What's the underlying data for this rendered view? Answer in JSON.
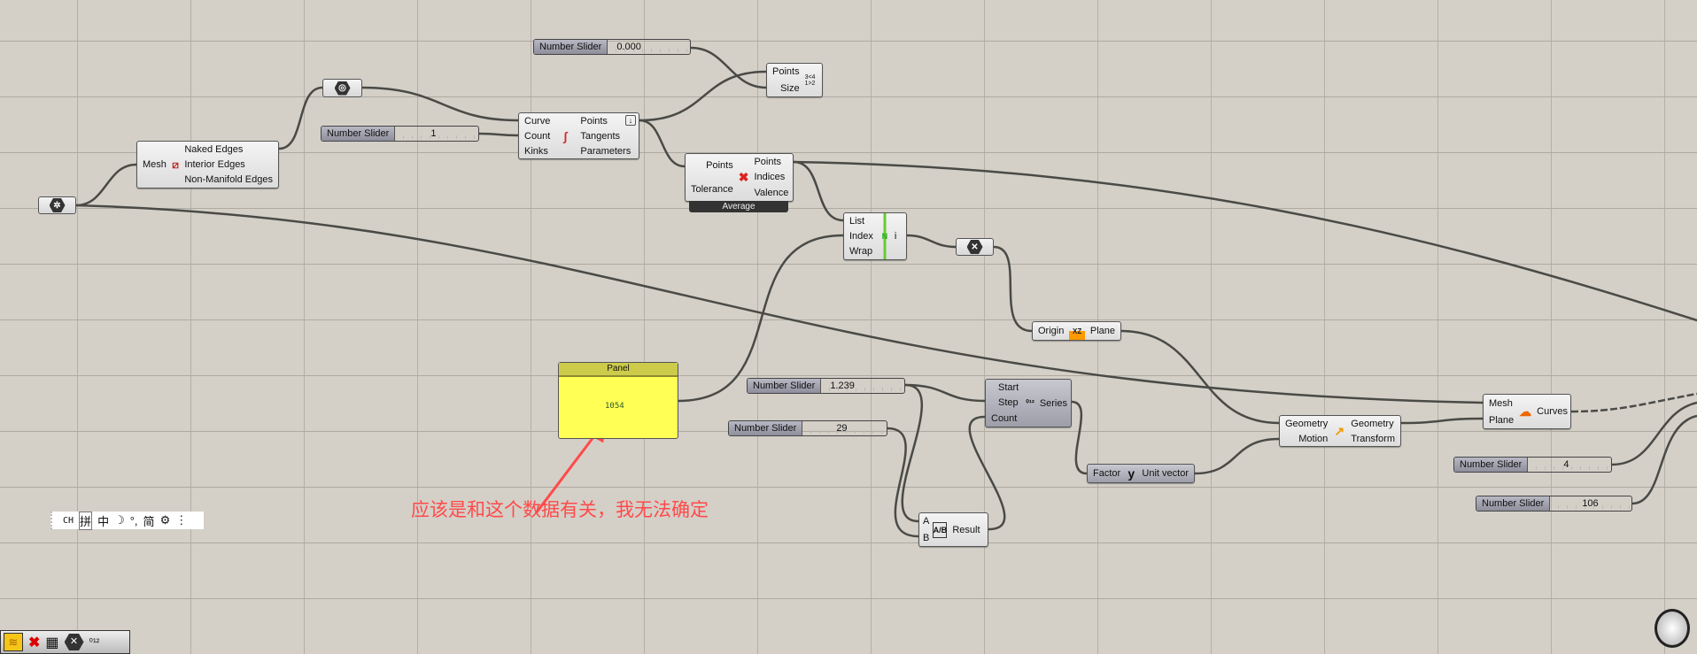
{
  "sliders": {
    "s0": {
      "label": "Number Slider",
      "value": "0.000"
    },
    "s1": {
      "label": "Number Slider",
      "value": "1"
    },
    "s1239": {
      "label": "Number Slider",
      "value": "1.239"
    },
    "s29": {
      "label": "Number Slider",
      "value": "29"
    },
    "s4": {
      "label": "Number Slider",
      "value": "4"
    },
    "s106": {
      "label": "Number Slider",
      "value": "106"
    }
  },
  "mesh_edges": {
    "in": [
      "Mesh"
    ],
    "out": [
      "Naked Edges",
      "Interior Edges",
      "Non-Manifold Edges"
    ]
  },
  "divide": {
    "in": [
      "Curve",
      "Count",
      "Kinks"
    ],
    "out": [
      "Points",
      "Tangents",
      "Parameters"
    ]
  },
  "pointlist": {
    "in": [
      "Points",
      "Size"
    ],
    "icon": "3<4 1>2"
  },
  "cull": {
    "in": [
      "Points",
      "Tolerance"
    ],
    "out": [
      "Points",
      "Indices",
      "Valence"
    ],
    "footer": "Average"
  },
  "list_item": {
    "in": [
      "List",
      "Index",
      "Wrap"
    ],
    "out": [
      "i"
    ],
    "icon": "N"
  },
  "plane": {
    "in": [
      "Origin"
    ],
    "out": [
      "Plane"
    ],
    "icon": "XZ"
  },
  "panel": {
    "title": "Panel",
    "value": "1054"
  },
  "series": {
    "in": [
      "Start",
      "Step",
      "Count"
    ],
    "out": [
      "Series"
    ]
  },
  "division": {
    "in": [
      "A",
      "B"
    ],
    "out": [
      "Result"
    ],
    "icon": "A/B"
  },
  "unit_y": {
    "in": [
      "Factor"
    ],
    "out": [
      "Unit vector"
    ],
    "icon": "y"
  },
  "move": {
    "in": [
      "Geometry",
      "Motion"
    ],
    "out": [
      "Geometry",
      "Transform"
    ]
  },
  "contour": {
    "in": [
      "Mesh",
      "Plane"
    ],
    "out": [
      "Curves"
    ]
  },
  "annotation": "应该是和这个数据有关，我无法确定",
  "ime": {
    "items": [
      "CH",
      "拼",
      "中",
      "☽",
      "°,",
      "简",
      "⚙",
      "⋮"
    ]
  },
  "colors": {
    "panel": "#ffff55",
    "annotation": "#ff4a4a",
    "wire": "#4a4a46"
  }
}
